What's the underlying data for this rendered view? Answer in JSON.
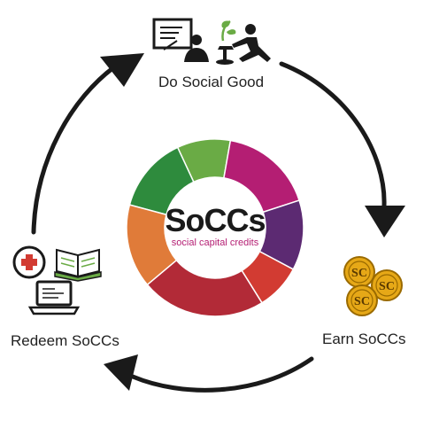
{
  "cycle": {
    "steps": [
      {
        "label": "Do Social Good",
        "icons": [
          "presentation-icon",
          "planting-icon"
        ]
      },
      {
        "label": "Earn SoCCs",
        "icons": [
          "coins-icon"
        ]
      },
      {
        "label": "Redeem SoCCs",
        "icons": [
          "medical-cross-icon",
          "book-icon",
          "laptop-icon"
        ]
      }
    ],
    "coin_text": "SC"
  },
  "logo": {
    "wordmark": "SoCCs",
    "tagline": "social capital credits"
  },
  "colors": {
    "green_dark": "#2e8b3d",
    "green_light": "#6aab45",
    "magenta": "#b41e73",
    "purple": "#5c2a72",
    "red": "#d23b32",
    "crimson": "#b22a37",
    "orange": "#e07b39",
    "gold": "#e6a817",
    "arrow": "#1a1a1a"
  }
}
